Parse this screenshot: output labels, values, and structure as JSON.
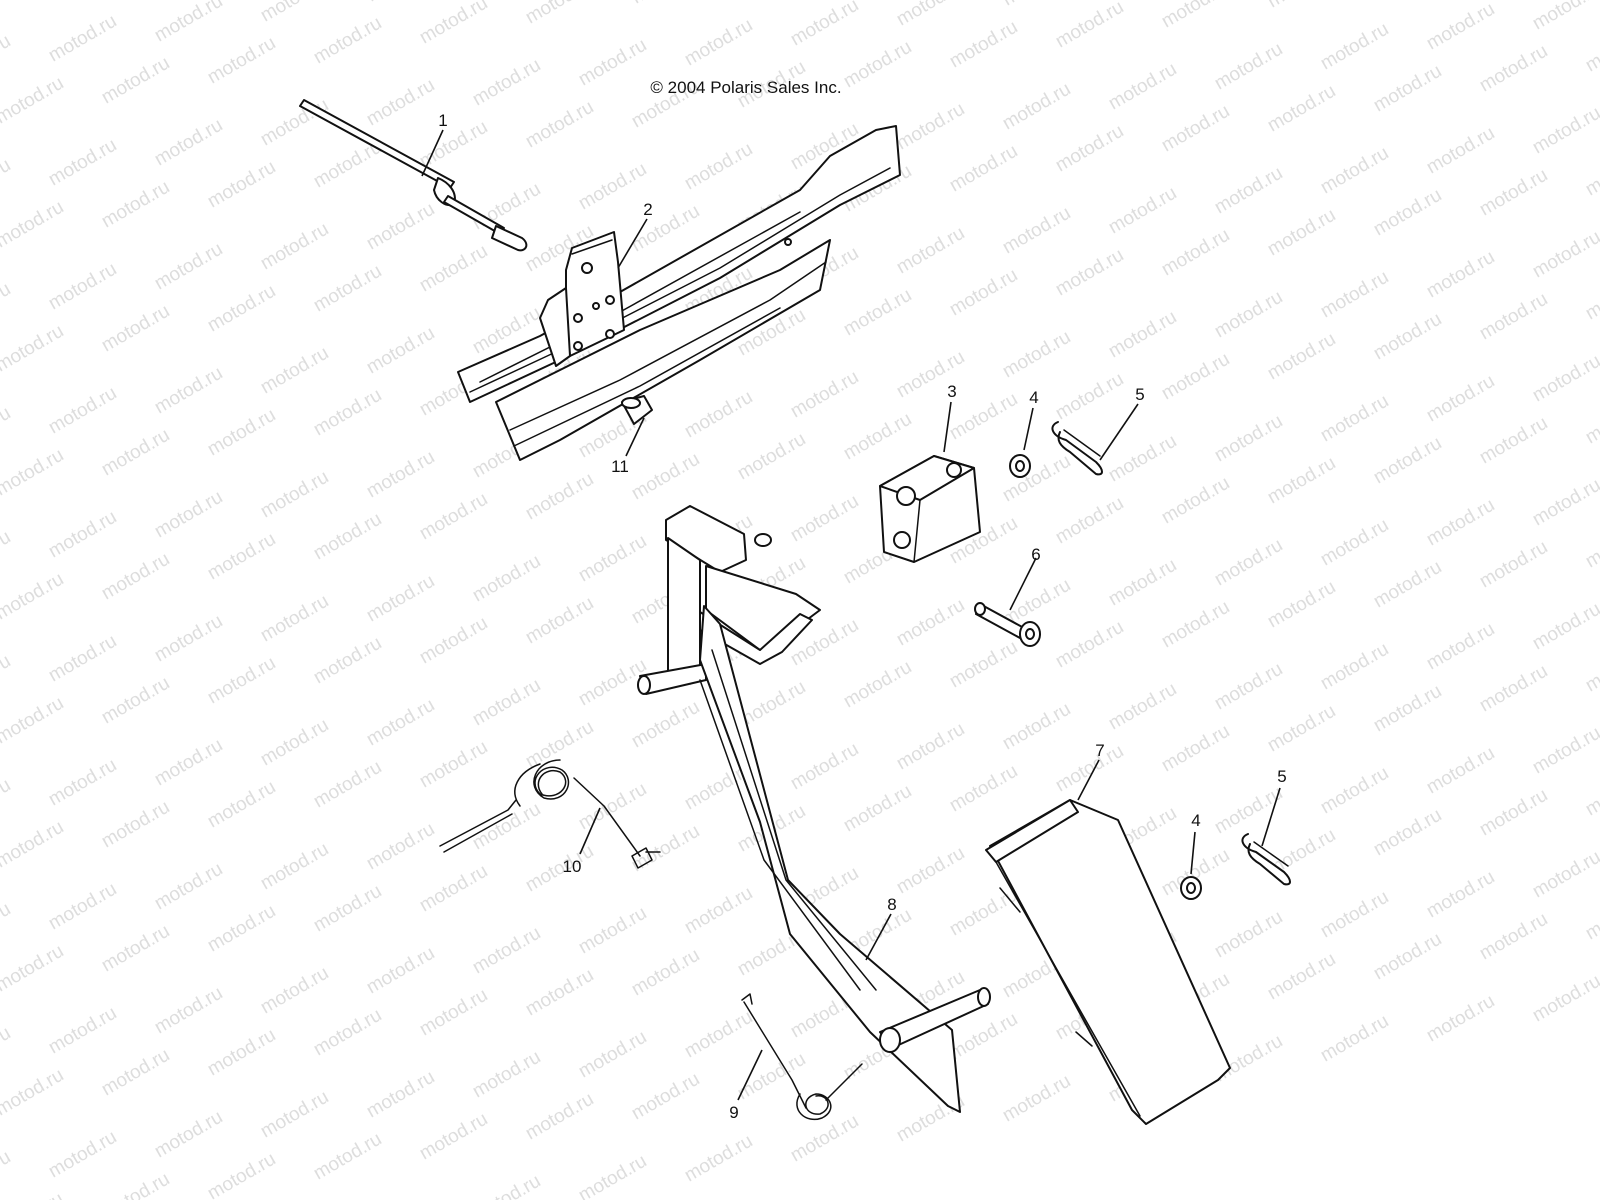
{
  "copyright": "© 2004 Polaris Sales Inc.",
  "watermark": "motod.ru",
  "callouts": {
    "c1": "1",
    "c2": "2",
    "c3": "3",
    "c4a": "4",
    "c5a": "5",
    "c6": "6",
    "c7": "7",
    "c4b": "4",
    "c5b": "5",
    "c8": "8",
    "c9": "9",
    "c10": "10",
    "c11": "11"
  }
}
